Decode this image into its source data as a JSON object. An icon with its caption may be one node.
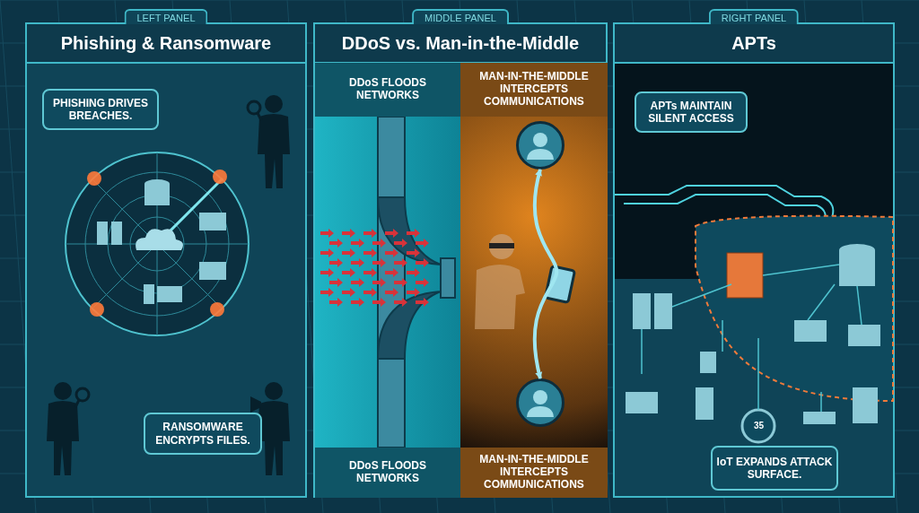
{
  "diagram": {
    "nodes": [
      {
        "text": [
          "LEFT PANEL",
          "Phishing & Ransomware"
        ]
      },
      {
        "text": [
          "PHISHING DRIVES BREACHES."
        ],
        "in": 0
      },
      {
        "text": [
          "RANSOMWARE ENCRYPTS FILES."
        ],
        "in": 0
      },
      {
        "text": [
          "MIDDLE PANEL",
          "DDoS vs. Man-in-the-Middle"
        ]
      },
      {
        "text": [
          "DDoS FLOODS NETWORKS"
        ],
        "in": 3
      },
      {
        "text": [
          "MAN-IN-THE-MIDDLE INTERCEPTS COMMUNICATIONS"
        ],
        "in": 3
      },
      {
        "text": [],
        "shape": "circle",
        "in": 3
      },
      {
        "text": [],
        "shape": "circle",
        "in": 3
      },
      {
        "text": [
          "DDoS FLOODS NETWORKS"
        ],
        "in": 3
      },
      {
        "text": [
          "MAN-IN-THE-MIDDLE INTERCEPTS COMMUNICATIONS"
        ],
        "in": 3
      },
      {
        "text": [
          "RIGHT PANEL",
          "APTs"
        ]
      },
      {
        "text": [
          "APTs MAINTAIN SILENT ACCESS"
        ],
        "in": 10
      },
      {
        "text": [
          "IoT EXPANDS ATTACK SURFACE."
        ],
        "in": 10
      }
    ],
    "edges": [
      {
        "from": 6,
        "to": 7,
        "arrow": "both"
      }
    ],
    "labels": [
      "35"
    ]
  }
}
